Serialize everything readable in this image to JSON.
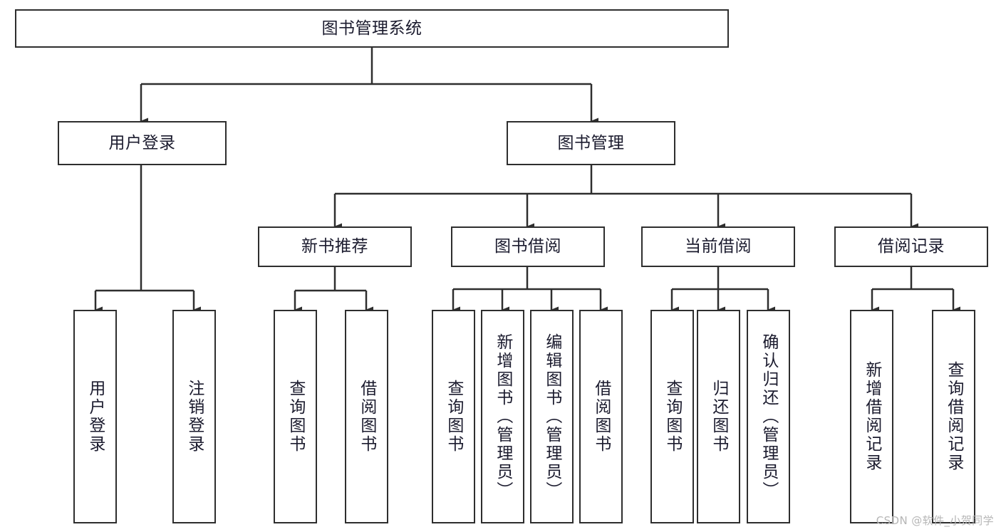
{
  "diagram": {
    "type": "tree",
    "title": "图书管理系统",
    "watermark": "CSDN @软件_小贺同学",
    "colors": {
      "box_border": "#2e2e2e",
      "line": "#2e2e2e",
      "text": "#1b1b2e",
      "background": "#ffffff",
      "watermark": "#b6b6b6"
    },
    "root": {
      "label": "图书管理系统"
    },
    "level1": [
      {
        "label": "用户登录"
      },
      {
        "label": "图书管理"
      }
    ],
    "level2": [
      {
        "label": "新书推荐"
      },
      {
        "label": "图书借阅"
      },
      {
        "label": "当前借阅"
      },
      {
        "label": "借阅记录"
      }
    ],
    "leaves": {
      "user_login": [
        {
          "label": "用户登录"
        },
        {
          "label": "注销登录"
        }
      ],
      "new_book_recommend": [
        {
          "label": "查询图书"
        },
        {
          "label": "借阅图书"
        }
      ],
      "book_borrow": [
        {
          "label": "查询图书"
        },
        {
          "label": "新增图书（管理员）"
        },
        {
          "label": "编辑图书（管理员）"
        },
        {
          "label": "借阅图书"
        }
      ],
      "current_borrow": [
        {
          "label": "查询图书"
        },
        {
          "label": "归还图书"
        },
        {
          "label": "确认归还（管理员）"
        }
      ],
      "borrow_record": [
        {
          "label": "新增借阅记录"
        },
        {
          "label": "查询借阅记录"
        }
      ]
    }
  }
}
